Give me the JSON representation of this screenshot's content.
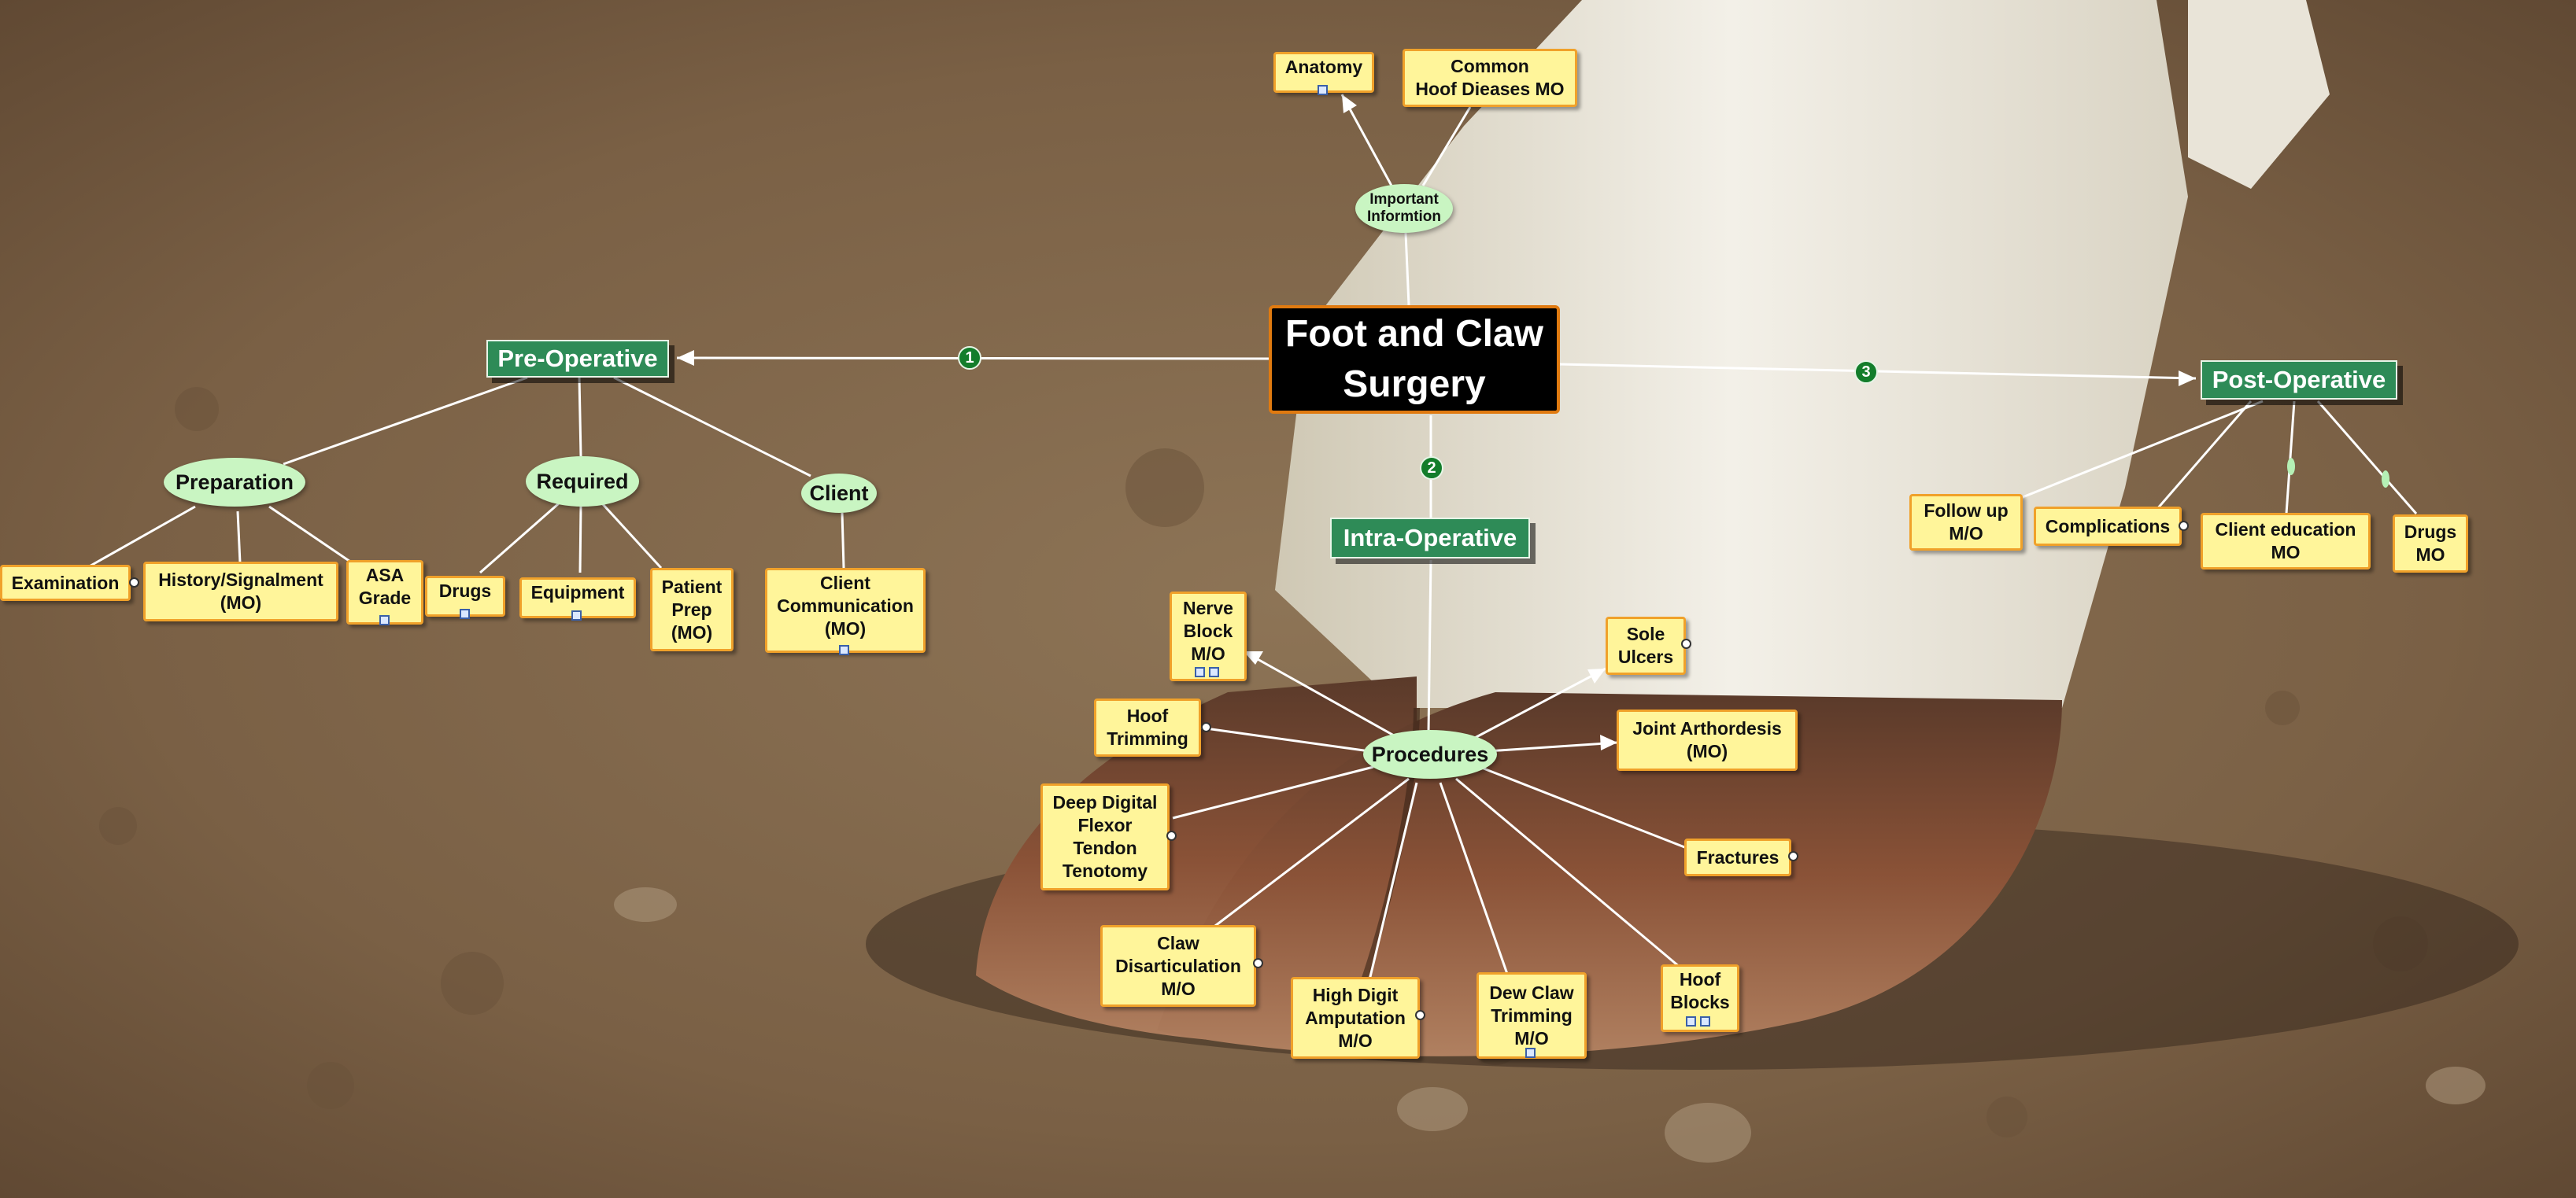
{
  "central": "Foot and Claw\nSurgery",
  "important": "Important\nInformtion",
  "anatomy": "Anatomy",
  "common_hoof": "Common\nHoof Dieases MO",
  "pre": {
    "badge": "1",
    "title": "Pre-Operative",
    "preparation": "Preparation",
    "required": "Required",
    "client": "Client",
    "examination": "Examination",
    "history": "History/Signalment\n(MO)",
    "asa": "ASA\nGrade",
    "drugs": "Drugs",
    "equipment": "Equipment",
    "patient_prep": "Patient\nPrep\n(MO)",
    "client_comm": "Client\nCommunication\n(MO)"
  },
  "intra": {
    "badge": "2",
    "title": "Intra-Operative",
    "procedures": "Procedures",
    "nerve_block": "Nerve\nBlock\nM/O",
    "hoof_trimming": "Hoof\nTrimming",
    "ddft": "Deep Digital\nFlexor\nTendon\nTenotomy",
    "claw_disart": "Claw\nDisarticulation\nM/O",
    "high_digit": "High Digit\nAmputation\nM/O",
    "dew_claw": "Dew Claw\nTrimming\nM/O",
    "hoof_blocks": "Hoof\nBlocks",
    "fractures": "Fractures",
    "joint_arth": "Joint Arthordesis\n(MO)",
    "sole_ulcers": "Sole\nUlcers"
  },
  "post": {
    "badge": "3",
    "title": "Post-Operative",
    "follow_up": "Follow up\nM/O",
    "complications": "Complications",
    "client_ed": "Client education\nMO",
    "drugs": "Drugs\nMO"
  },
  "colors": {
    "main_topic": "#2e8b57",
    "subtopic": "#c9f5c2",
    "leaf": "#fff59a",
    "leaf_border": "#f0a12a",
    "central": "#000000",
    "connector": "#ffffff"
  }
}
